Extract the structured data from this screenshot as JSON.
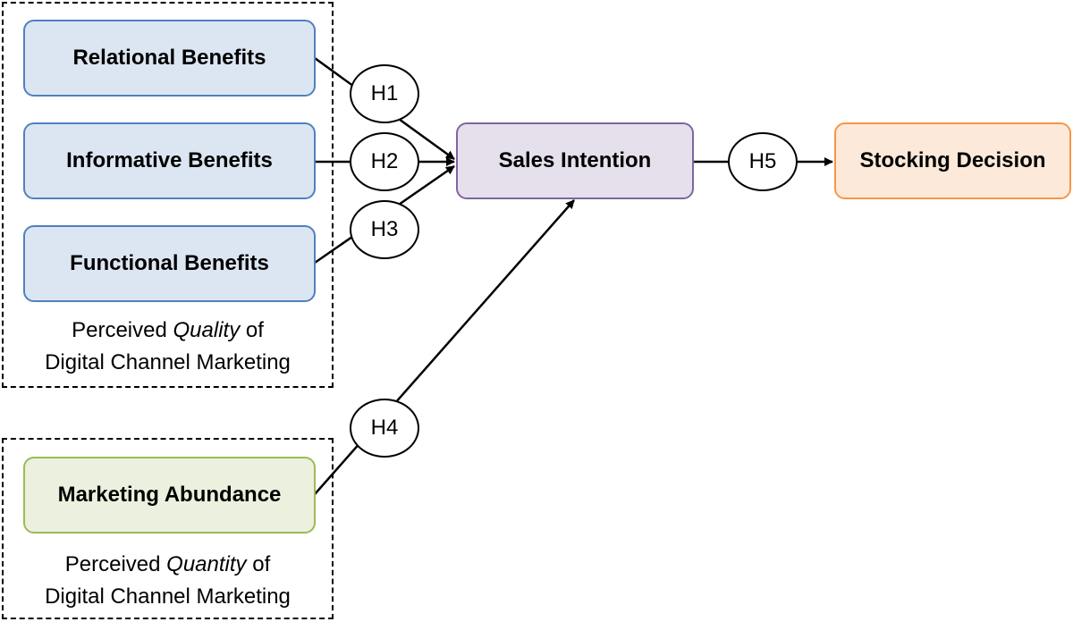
{
  "nodes": {
    "relational": "Relational Benefits",
    "informative": "Informative Benefits",
    "functional": "Functional Benefits",
    "abundance": "Marketing Abundance",
    "sales": "Sales Intention",
    "stocking": "Stocking Decision"
  },
  "hypotheses": {
    "h1": "H1",
    "h2": "H2",
    "h3": "H3",
    "h4": "H4",
    "h5": "H5"
  },
  "groups": {
    "quality": {
      "prefix": "Perceived ",
      "emph": "Quality",
      "suffix": " of",
      "line2": "Digital Channel Marketing"
    },
    "quantity": {
      "prefix": "Perceived ",
      "emph": "Quantity",
      "suffix": " of",
      "line2": "Digital Channel Marketing"
    }
  },
  "colors": {
    "benefit_fill": "#dce6f2",
    "benefit_border": "#4f81bd",
    "abundance_fill": "#ebf1de",
    "abundance_border": "#9bbb59",
    "sales_fill": "#e5e0ec",
    "sales_border": "#8064a2",
    "stocking_fill": "#fde9d9",
    "stocking_border": "#f79646"
  }
}
